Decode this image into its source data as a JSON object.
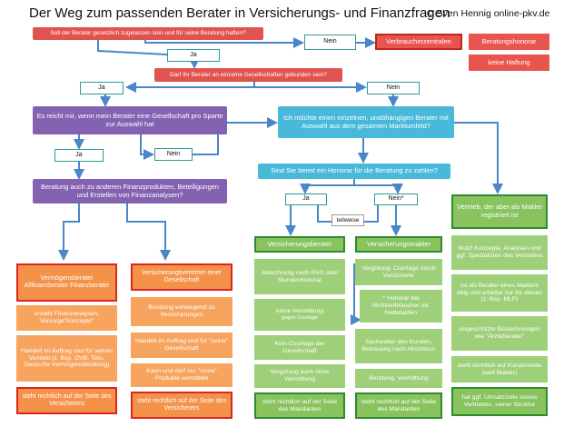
{
  "header": {
    "title": "Der Weg zum passenden Berater in Versicherungs- und Finanzfragen",
    "copyright": "© Sven Hennig online-pkv.de"
  },
  "colors": {
    "question_red": "#e0534f",
    "question_purple": "#8363b1",
    "question_blue": "#48b9d9",
    "orange": "#f5924a",
    "green": "#88c35e",
    "arrow_blue": "#4a86c8"
  },
  "nodes": {
    "q1": "Soll der Berater gesetzlich zugelassen sein und für seine Beratung haften?",
    "q1_nein": "Nein",
    "q1_ja": "Ja",
    "verbraucherzentralen": "Verbraucherzentralen",
    "beratungshonorar": "Beratungshonorar",
    "keine_haftung": "keine Haftung",
    "q2": "Darf Ihr Berater an einzelne Gesellschaften gebunden sein?",
    "q2_ja": "Ja",
    "q2_nein": "Nein",
    "q3": "Es reicht mir, wenn mein Berater eine Gesellschaft pro Sparte zur Auswahl hat",
    "q3_ja": "Ja",
    "q3_nein": "Nein",
    "q4": "Ich möchte einen einzelnen, unabhängigen Berater mit Auswahl aus dem gesamten Marktumfeld?",
    "q5": "Beratung auch zu anderen Finanzprodukten, Beteiligungen und Erstellen von Finanzanalysen?",
    "q5_ja": "Ja",
    "q5_nein": "Nein",
    "q6": "Sind Sie bereit ein Honorar für die Beratung zu zahlen?",
    "q6_ja": "Ja",
    "q6_nein": "Nein*",
    "teilweise": "teilweise",
    "col1": {
      "head": "Vermögensberater Allfinanzberater Finanzberater",
      "items": [
        "erstellt Finanzanalysen, Vorsorge\"konzepte\"",
        "Handelt im Auftrag und für seinen Vertrieb (z. Bsp. OVB, Telis, Deutsche Vermögensberatung)"
      ],
      "foot": "steht rechtlich auf der Seite des Versicherers"
    },
    "col2": {
      "head": "Versicherungsvertreter einer Gesellschaft",
      "items": [
        "Beratung vorwiegend zu Versicherungen",
        "Handelt im Auftrag und für \"seine\" Gesellschaft",
        "Kann und darf nur \"seine\" Produkte vermitteln"
      ],
      "foot": "steht rechtlich auf der Seite des Versicherers"
    },
    "col3": {
      "head": "Versicherungsberater",
      "items": [
        "Abrechnung nach RVG oder Stundenhonorar",
        "keine Vermittlung",
        "gegen Courtage",
        "Kein Courtage der Gesellschaft",
        "Vergütung auch ohne Vermittlung"
      ],
      "foot": "steht rechtlich auf der Seite des Mandanten"
    },
    "col4": {
      "head": "Versicherungsmakler",
      "items": [
        "Vergütung: Courtage durch Versicherer",
        "* Honorar bei Nichtverbraucher od. Nettotarifen",
        "Sachwalter des Kunden, Betreuung nach Abschluss",
        "Beratung, Vermittlung"
      ],
      "foot": "steht rechtlich auf der Seite des Mandanten"
    },
    "col5": {
      "head": "Vertrieb, der aber als Makler registriert ist",
      "items": [
        "Nutzt Konzepte, Analysen und ggf. Spezialisten des Vertriebes",
        "Ist als Berater eines Maklers tätig und arbeitet nur für diesen (z. Bsp. MLP)",
        "ungeschützte Bezeichnungen wie \"Ärzteberater\"",
        "steht rechtlich auf Kundenseite (weil Makler)"
      ],
      "foot": "hat ggf. Umsatzziele seines Vertriebes, seiner Struktur"
    }
  }
}
